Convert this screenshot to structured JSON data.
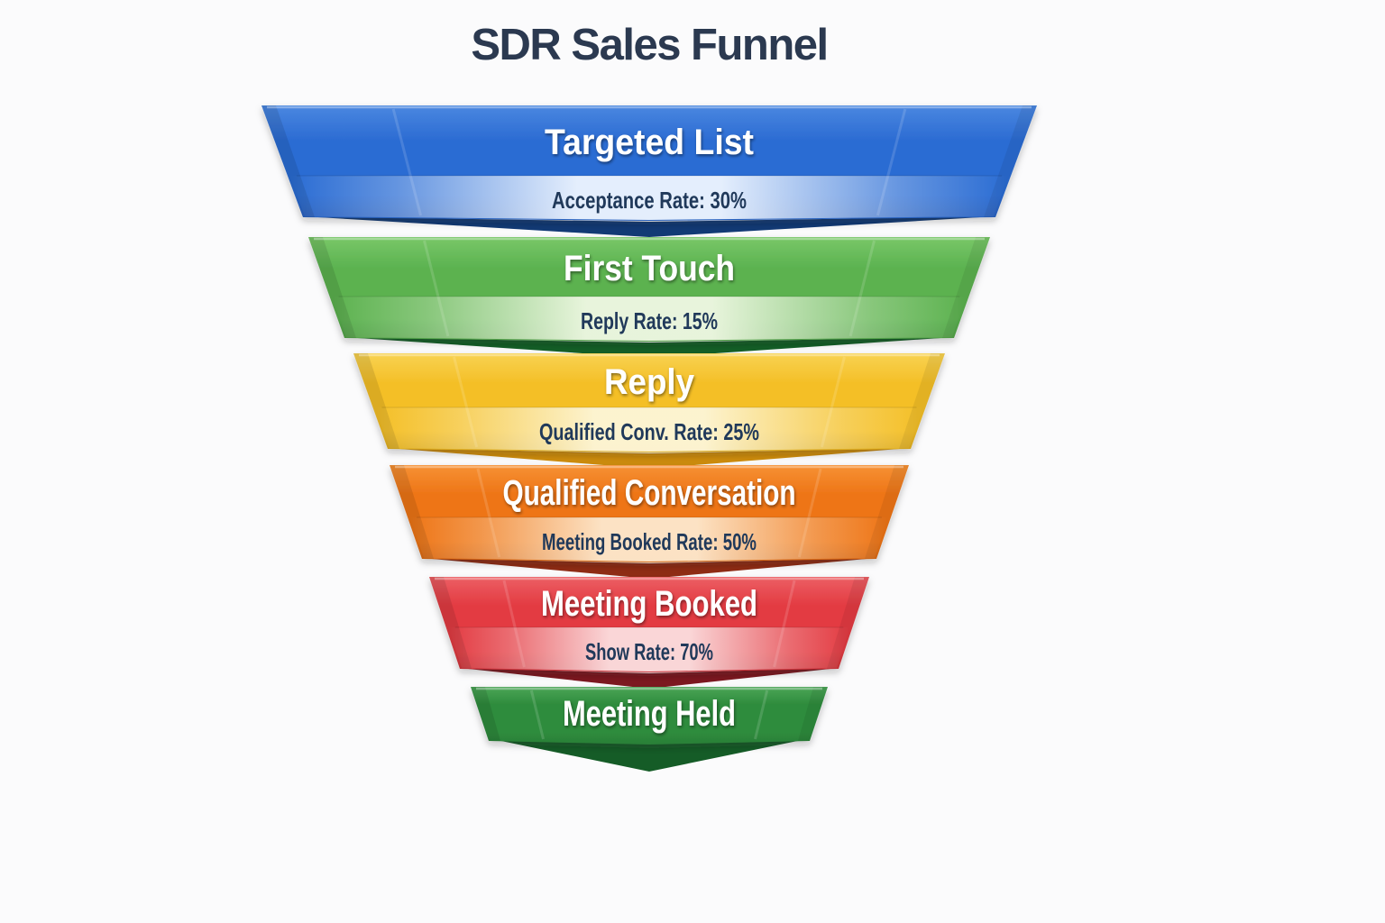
{
  "page": {
    "background_color": "#fbfbfc"
  },
  "header": {
    "title": "SDR Sales Funnel",
    "title_color": "#2b3950"
  },
  "chart_data": {
    "type": "funnel",
    "title": "SDR Sales Funnel",
    "orientation": "inverted, widest stage at top, tapering to a point at bottom",
    "legend": "none",
    "label_text_color": "#ffffff",
    "sublabel_text_color": "#20395a",
    "stages": [
      {
        "label": "Targeted List",
        "rate_name": "Acceptance Rate",
        "rate_value": "30%",
        "sublabel": "Acceptance Rate: 30%",
        "color": "#2c6cd3",
        "color_top": "#4a87e0",
        "color_dark": "#123a75",
        "band_tint": "#eef5ff"
      },
      {
        "label": "First Touch",
        "rate_name": "Reply Rate",
        "rate_value": "15%",
        "sublabel": "Reply Rate: 15%",
        "color": "#5bb250",
        "color_top": "#79c768",
        "color_dark": "#145f27",
        "band_tint": "#eff8e3"
      },
      {
        "label": "Reply",
        "rate_name": "Qualified Conv. Rate",
        "rate_value": "25%",
        "sublabel": "Qualified Conv. Rate: 25%",
        "color": "#f4bf27",
        "color_top": "#f8d252",
        "color_dark": "#cd8c0d",
        "band_tint": "#fdf6d8"
      },
      {
        "label": "Qualified Conversation",
        "rate_name": "Meeting Booked Rate",
        "rate_value": "50%",
        "sublabel": "Meeting Booked Rate: 50%",
        "color": "#ee7517",
        "color_top": "#f69134",
        "color_dark": "#8f2c14",
        "band_tint": "#fde8cd"
      },
      {
        "label": "Meeting Booked",
        "rate_name": "Show Rate",
        "rate_value": "70%",
        "sublabel": "Show Rate: 70%",
        "color": "#e33b42",
        "color_top": "#ec5f64",
        "color_dark": "#7c1820",
        "band_tint": "#fbdedf"
      },
      {
        "label": "Meeting Held",
        "rate_name": null,
        "rate_value": null,
        "sublabel": null,
        "color": "#2f8c3d",
        "color_top": "#4ba557",
        "color_dark": "#155c27",
        "band_tint": null
      }
    ]
  }
}
